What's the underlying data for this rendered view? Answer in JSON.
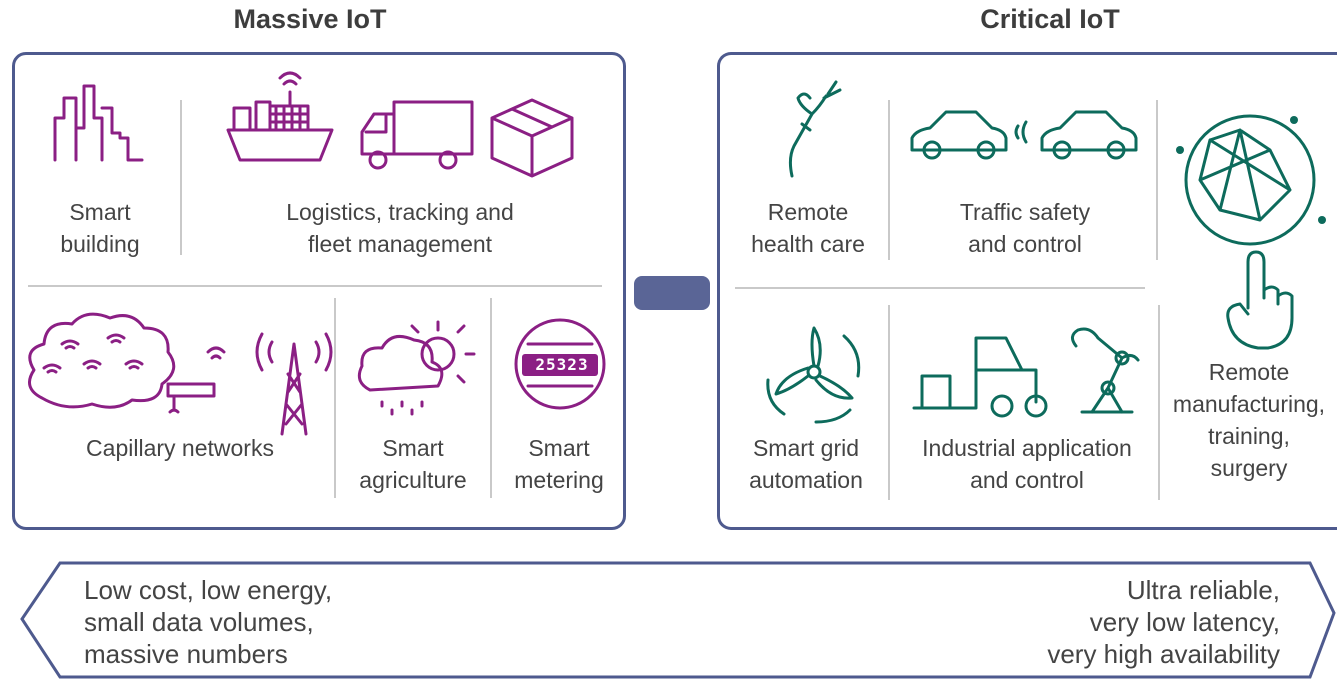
{
  "massive": {
    "title": "Massive IoT",
    "smart_building": "Smart\nbuilding",
    "logistics": "Logistics, tracking and\nfleet management",
    "capillary": "Capillary networks",
    "agriculture": "Smart\nagriculture",
    "metering": "Smart\nmetering",
    "meter_digits": "25323"
  },
  "critical": {
    "title": "Critical IoT",
    "health": "Remote\nhealth care",
    "traffic": "Traffic safety\nand control",
    "manufacturing": "Remote\nmanufacturing,\ntraining,\nsurgery",
    "grid": "Smart grid\nautomation",
    "industrial": "Industrial application\nand control"
  },
  "arrow": {
    "left": "Low cost, low energy,\nsmall data volumes,\nmassive numbers",
    "right": "Ultra reliable,\nvery low latency,\nvery high availability"
  },
  "colors": {
    "frame": "#4e5a8e",
    "massive_icons": "#8b1f84",
    "critical_icons": "#0d6b5c",
    "connector": "#5a6596"
  }
}
